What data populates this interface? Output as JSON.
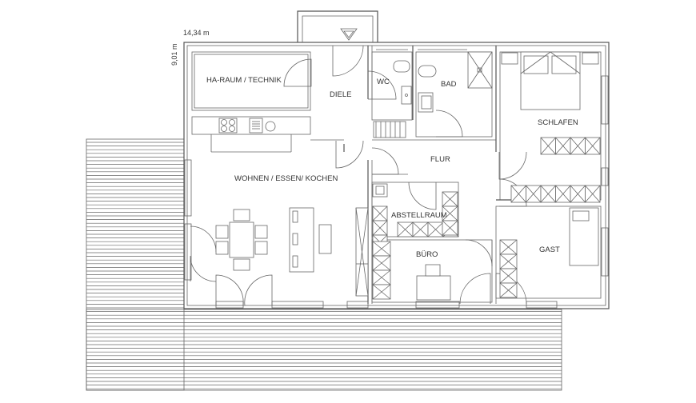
{
  "dimensions": {
    "width": "14,34 m",
    "depth": "9,01 m"
  },
  "rooms": {
    "ha_raum": "HA-RAUM / TECHNIK",
    "diele": "DIELE",
    "wc": "WC",
    "bad": "BAD",
    "schlafen": "SCHLAFEN",
    "wohnen": "WOHNEN / ESSEN/ KOCHEN",
    "flur": "FLUR",
    "abstellraum": "ABSTELLRAUM",
    "buero": "BÜRO",
    "gast": "GAST"
  },
  "colors": {
    "line": "#555555",
    "background": "#ffffff"
  }
}
